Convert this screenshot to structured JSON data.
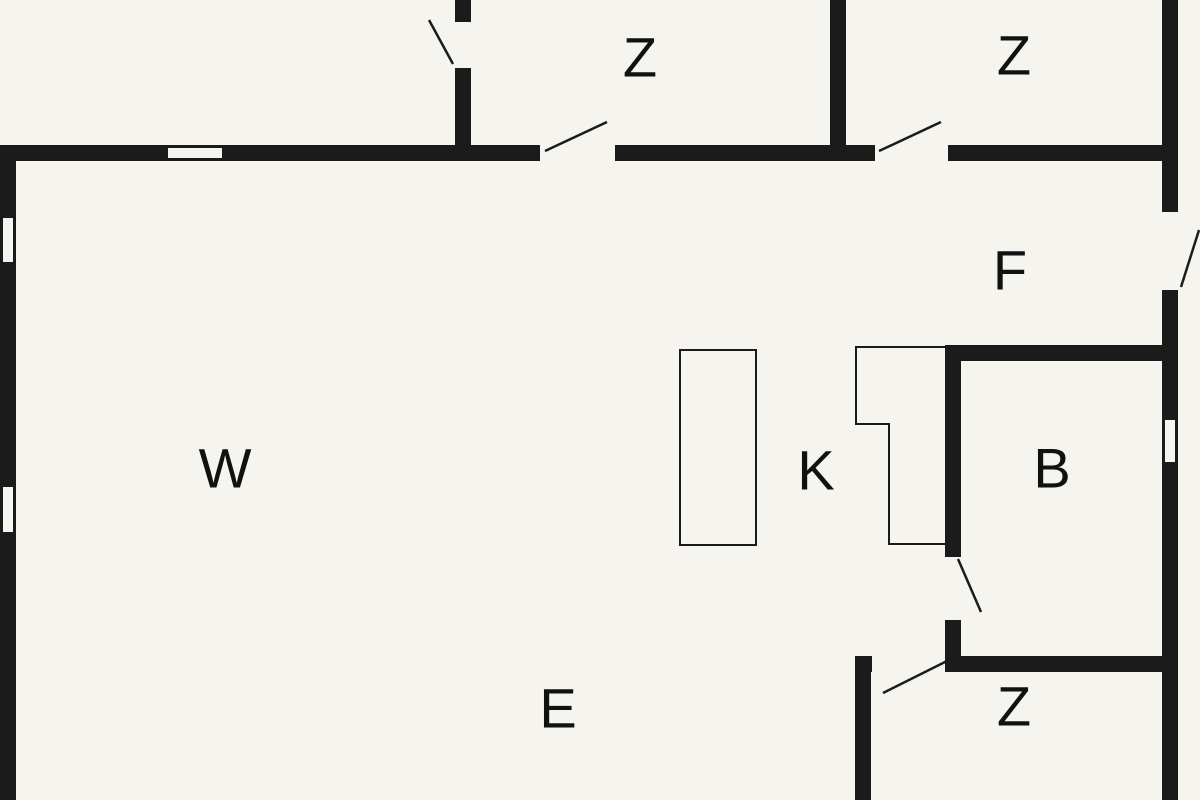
{
  "colors": {
    "background": "#f5f4ef",
    "walls": "#1b1b1b",
    "labels": "#111111"
  },
  "rooms": [
    {
      "id": "bedroom-top-left",
      "label": "Z"
    },
    {
      "id": "bedroom-top-right",
      "label": "Z"
    },
    {
      "id": "hallway",
      "label": "F"
    },
    {
      "id": "living-room",
      "label": "W"
    },
    {
      "id": "kitchen",
      "label": "K"
    },
    {
      "id": "bathroom",
      "label": "B"
    },
    {
      "id": "dining-area",
      "label": "E"
    },
    {
      "id": "bedroom-bottom",
      "label": "Z"
    }
  ]
}
